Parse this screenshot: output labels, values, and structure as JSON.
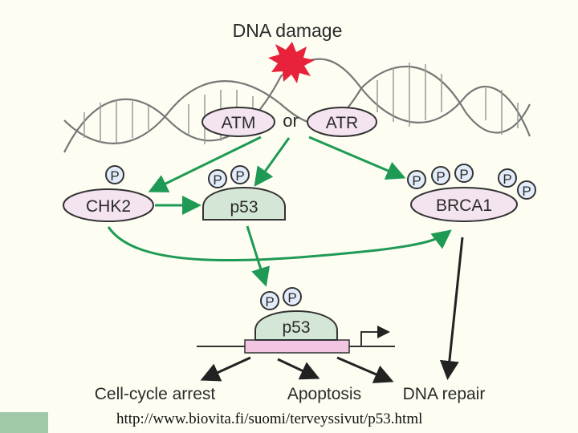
{
  "title": "DNA damage",
  "kinases": {
    "atm": "ATM",
    "connector": "or",
    "atr": "ATR"
  },
  "proteins": {
    "chk2": "CHK2",
    "p53": "p53",
    "brca1": "BRCA1",
    "p53_bound": "p53"
  },
  "phosphate_label": "P",
  "outcomes": {
    "arrest": "Cell-cycle arrest",
    "apoptosis": "Apoptosis",
    "repair": "DNA repair"
  },
  "footer": {
    "url": "http://www.biovita.fi/suomi/terveyssivut/p53.html"
  },
  "colors": {
    "background": "#fdfdf2",
    "arrow_green": "#1f9a55",
    "arrow_black": "#222222",
    "p53_fill": "#d4e7d6",
    "kinase_fill": "#f3e4f0",
    "phosphate_fill": "#e3ecfb",
    "promoter_fill": "#f2c6e2",
    "damage_star": "#e8223a",
    "footer_bar": "#9fc9a8"
  }
}
